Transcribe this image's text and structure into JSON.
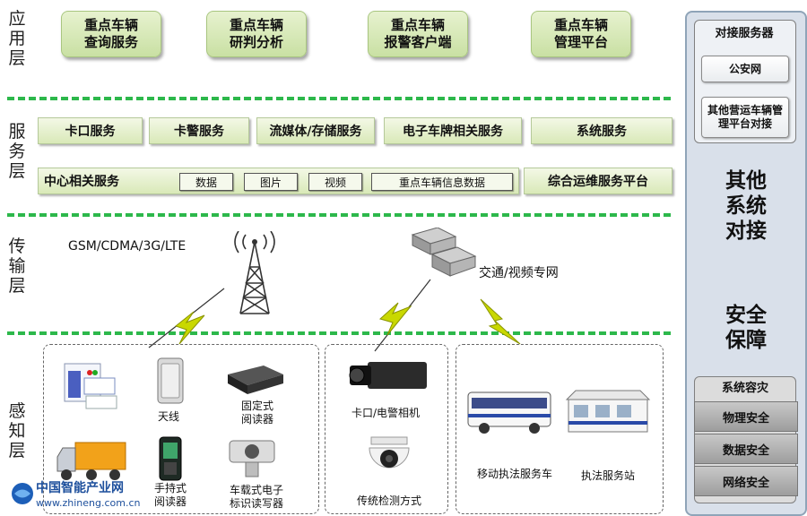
{
  "layers": {
    "application": "应\n用\n层",
    "service": "服\n务\n层",
    "transport": "传\n输\n层",
    "perception": "感\n知\n层"
  },
  "application_layer": [
    "重点车辆\n查询服务",
    "重点车辆\n研判分析",
    "重点车辆\n报警客户端",
    "重点车辆\n管理平台"
  ],
  "service_layer": {
    "row1": [
      "卡口服务",
      "卡警服务",
      "流媒体/存储服务",
      "电子车牌相关服务",
      "系统服务"
    ],
    "center_label": "中心相关服务",
    "center_chips": [
      "数据",
      "图片",
      "视频",
      "重点车辆信息数据"
    ],
    "ops_platform": "综合运维服务平台"
  },
  "transport_layer": {
    "wireless_label": "GSM/CDMA/3G/LTE",
    "network_label": "交通/视频专网"
  },
  "perception_layer": {
    "group1": [
      "天线",
      "固定式\n阅读器",
      "手持式\n阅读器",
      "车载式电子\n标识读写器"
    ],
    "group2": [
      "卡口/电警相机",
      "传统检测方式"
    ],
    "group3": [
      "移动执法服务车",
      "执法服务站"
    ]
  },
  "right_panel": {
    "docking_title": "对接服务器",
    "docking_items": [
      "公安网",
      "其他营运车辆管\n理平台对接"
    ],
    "other_systems": "其他\n系统\n对接",
    "security": "安全\n保障",
    "system_title": "系统容灾",
    "security_items": [
      "物理安全",
      "数据安全",
      "网络安全"
    ]
  },
  "watermark": {
    "brand": "中国智能产业网",
    "url": "www.zhineng.com.cn"
  },
  "colors": {
    "divider": "#2db84b",
    "app_button": "#cfe4ab",
    "service_button": "#e1edc7",
    "lightning": "#c9d800",
    "right_panel": "#d9e0ea"
  }
}
